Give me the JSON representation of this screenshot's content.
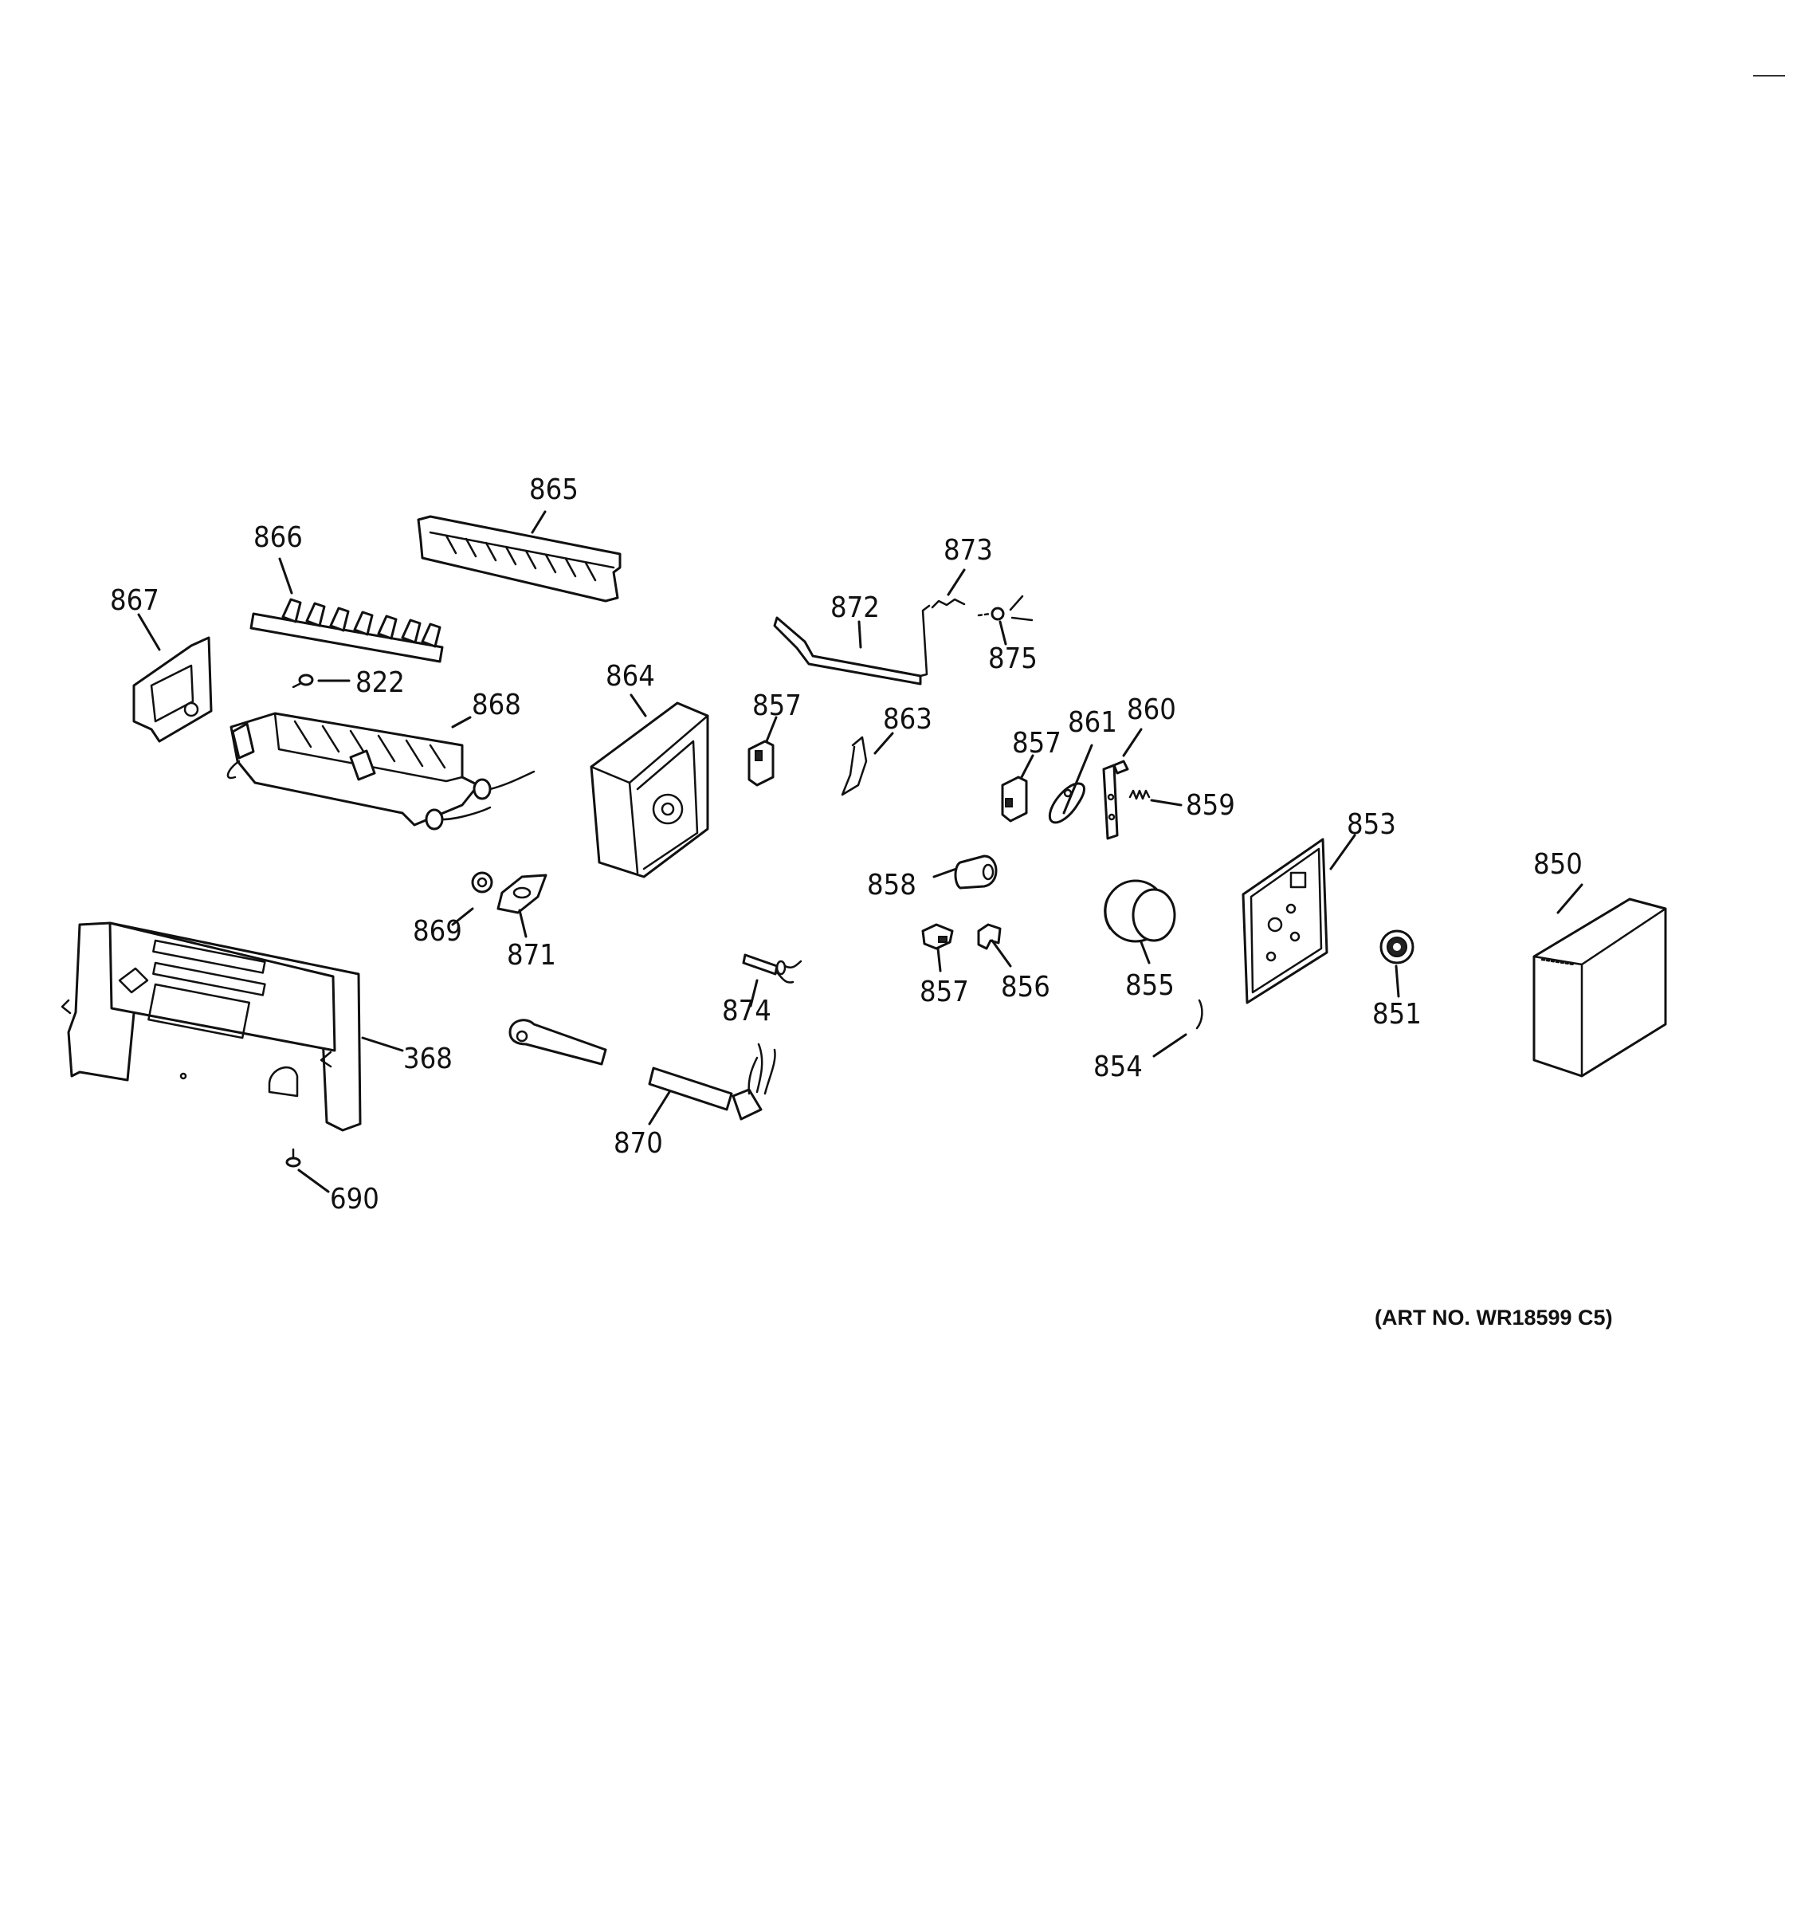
{
  "diagram": {
    "art_number": "(ART NO. WR18599 C5)",
    "parts": [
      {
        "id": "865",
        "label": "865"
      },
      {
        "id": "866",
        "label": "866"
      },
      {
        "id": "867",
        "label": "867"
      },
      {
        "id": "822",
        "label": "822"
      },
      {
        "id": "868",
        "label": "868"
      },
      {
        "id": "864",
        "label": "864"
      },
      {
        "id": "873",
        "label": "873"
      },
      {
        "id": "872",
        "label": "872"
      },
      {
        "id": "875",
        "label": "875"
      },
      {
        "id": "857a",
        "label": "857"
      },
      {
        "id": "863",
        "label": "863"
      },
      {
        "id": "857b",
        "label": "857"
      },
      {
        "id": "861",
        "label": "861"
      },
      {
        "id": "860",
        "label": "860"
      },
      {
        "id": "859",
        "label": "859"
      },
      {
        "id": "853",
        "label": "853"
      },
      {
        "id": "850",
        "label": "850"
      },
      {
        "id": "858",
        "label": "858"
      },
      {
        "id": "869",
        "label": "869"
      },
      {
        "id": "871",
        "label": "871"
      },
      {
        "id": "857c",
        "label": "857"
      },
      {
        "id": "856",
        "label": "856"
      },
      {
        "id": "855",
        "label": "855"
      },
      {
        "id": "851",
        "label": "851"
      },
      {
        "id": "874",
        "label": "874"
      },
      {
        "id": "368",
        "label": "368"
      },
      {
        "id": "854",
        "label": "854"
      },
      {
        "id": "870",
        "label": "870"
      },
      {
        "id": "690",
        "label": "690"
      }
    ]
  }
}
